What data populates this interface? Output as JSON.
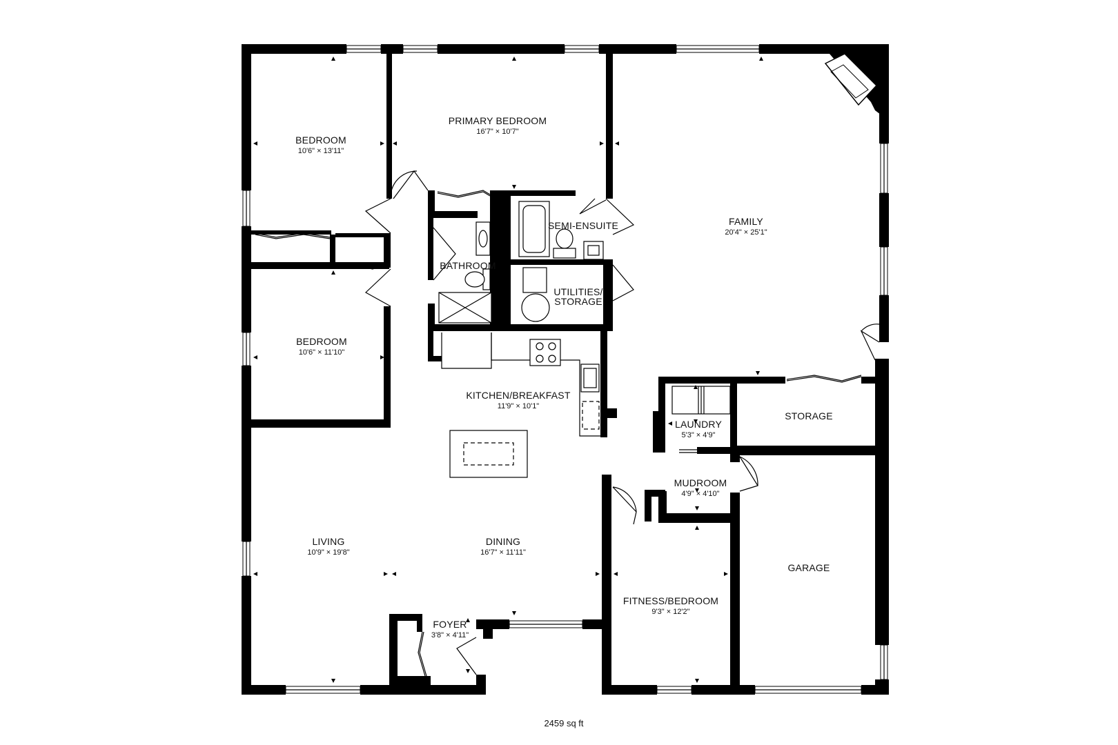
{
  "total_area": "2459 sq ft",
  "rooms": {
    "bedroom1": {
      "name": "BEDROOM",
      "dims": "10'6\" × 13'11\""
    },
    "primary": {
      "name": "PRIMARY BEDROOM",
      "dims": "16'7\" × 10'7\""
    },
    "family": {
      "name": "FAMILY",
      "dims": "20'4\" × 25'1\""
    },
    "semi_ensuite": {
      "name": "SEMI-ENSUITE"
    },
    "bathroom": {
      "name": "BATHROOM"
    },
    "utilities_line1": {
      "name": "UTILITIES/"
    },
    "utilities_line2": {
      "name": "STORAGE"
    },
    "bedroom2": {
      "name": "BEDROOM",
      "dims": "10'6\" × 11'10\""
    },
    "kitchen": {
      "name": "KITCHEN/BREAKFAST",
      "dims": "11'9\" × 10'1\""
    },
    "laundry": {
      "name": "LAUNDRY",
      "dims": "5'3\" × 4'9\""
    },
    "storage": {
      "name": "STORAGE"
    },
    "mudroom": {
      "name": "MUDROOM",
      "dims": "4'9\" × 4'10\""
    },
    "living": {
      "name": "LIVING",
      "dims": "10'9\" × 19'8\""
    },
    "dining": {
      "name": "DINING",
      "dims": "16'7\" × 11'11\""
    },
    "garage": {
      "name": "GARAGE"
    },
    "fitness": {
      "name": "FITNESS/BEDROOM",
      "dims": "9'3\" × 12'2\""
    },
    "foyer": {
      "name": "FOYER",
      "dims": "3'8\" × 4'11\""
    }
  }
}
